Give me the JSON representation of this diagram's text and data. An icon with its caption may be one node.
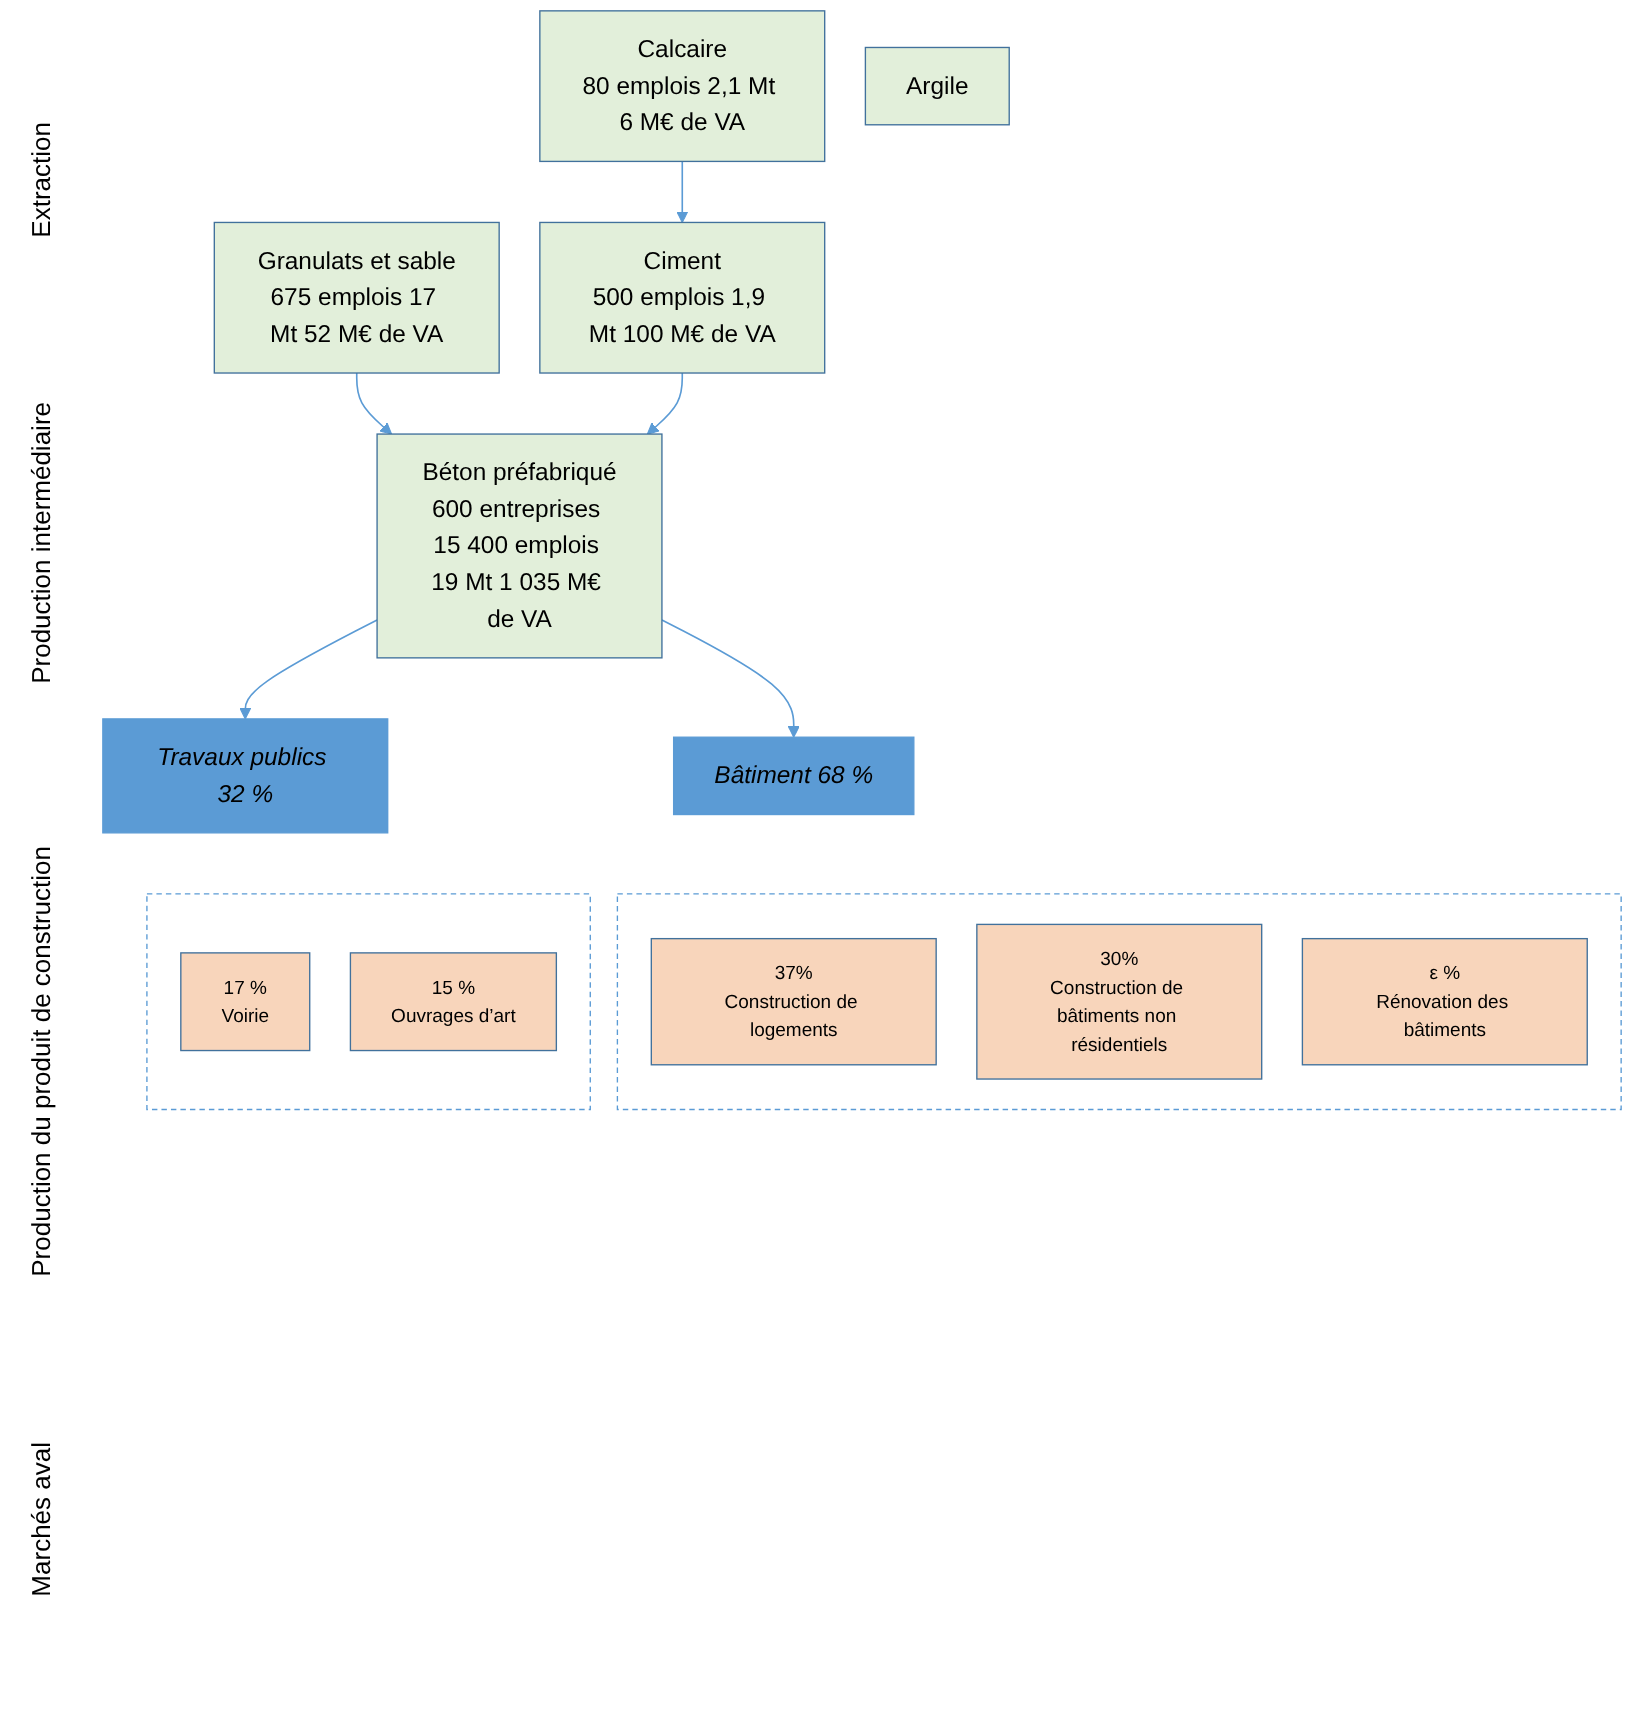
{
  "diagram": {
    "nodes": [
      {
        "text": [
          "Granulats et sable",
          "675 emplois 17 Mt 52 M€ de VA"
        ]
      },
      {
        "text": [
          "Calcaire",
          "80 emplois 2,1 Mt 6 M€ de VA"
        ]
      },
      {
        "text": [
          "Argile"
        ]
      },
      {
        "text": [
          "Ciment",
          "500 emplois 1,9 Mt 100 M€ de VA"
        ]
      },
      {
        "text": [
          "Béton préfabriqué",
          "600 entreprises 15 400 emplois 19 Mt 1 035 M€ de VA"
        ]
      },
      {
        "text": [
          "Bâtiment 68 %"
        ]
      },
      {
        "text": [
          "Travaux publics 32 %"
        ]
      },
      {
        "text": [],
        "shape": "box"
      },
      {
        "text": [
          "37%",
          "Construction de logements"
        ],
        "in": 7
      },
      {
        "text": [
          "30%",
          "Construction de bâtiments non résidentiels"
        ],
        "in": 7
      },
      {
        "text": [
          "ε %",
          "Rénovation des bâtiments"
        ],
        "in": 7
      },
      {
        "text": [],
        "shape": "box"
      },
      {
        "text": [
          "17 %",
          "Voirie"
        ],
        "in": 11
      },
      {
        "text": [
          "15 %",
          "Ouvrages d’art"
        ],
        "in": 11
      }
    ],
    "edges": [
      {
        "from": 0,
        "to": 4,
        "arrow": "to"
      },
      {
        "from": 1,
        "to": 3,
        "arrow": "to"
      },
      {
        "from": 3,
        "to": 4,
        "arrow": "to"
      },
      {
        "from": 4,
        "to": 5,
        "arrow": "to"
      },
      {
        "from": 4,
        "to": 6,
        "arrow": "to"
      }
    ],
    "labels": [
      "Extraction",
      "Production intermédiaire",
      "Production du produit de construction",
      "Marchés aval"
    ]
  }
}
